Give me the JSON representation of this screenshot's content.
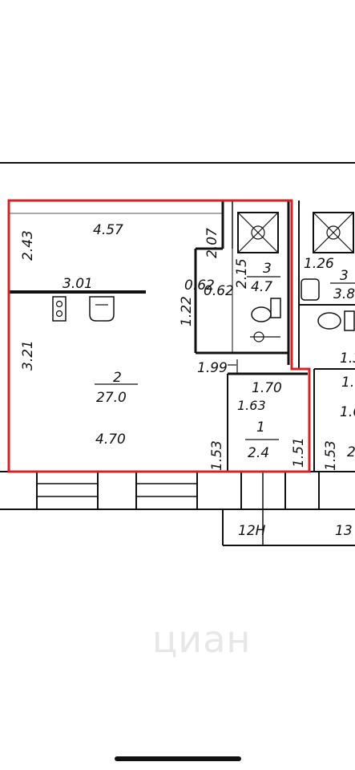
{
  "plan": {
    "room_main": {
      "number": "2",
      "area": "27.0"
    },
    "room_bath_left": {
      "number": "3",
      "area": "4.7"
    },
    "room_bath_right": {
      "number": "3",
      "area": "3.8"
    },
    "room_hall": {
      "number": "1",
      "area": "2.4"
    },
    "dims": {
      "top_width": "4.57",
      "left_upper": "2.43",
      "partition_width": "3.01",
      "left_lower": "3.21",
      "bottom_width": "4.70",
      "niche_vertical": "2.07",
      "bath_left_side": "2.15",
      "step_width_a": "0.62",
      "step_width_b": "0.62",
      "inner_vertical": "1.22",
      "bath_bottom": "1.99",
      "hall_top": "1.70",
      "hall_width": "1.63",
      "hall_left": "1.53",
      "hall_right": "1.51",
      "right_bath_width": "1.26",
      "right_side_a": "1.3",
      "right_side_b": "1.",
      "right_side_c": "1.6",
      "right_bottom": "1.53",
      "right_edge_digit": "2"
    },
    "unit_labels": {
      "left": "12H",
      "right": "13"
    }
  },
  "watermark": "циан",
  "colors": {
    "outline": "#d0242a",
    "walls": "#111111"
  }
}
